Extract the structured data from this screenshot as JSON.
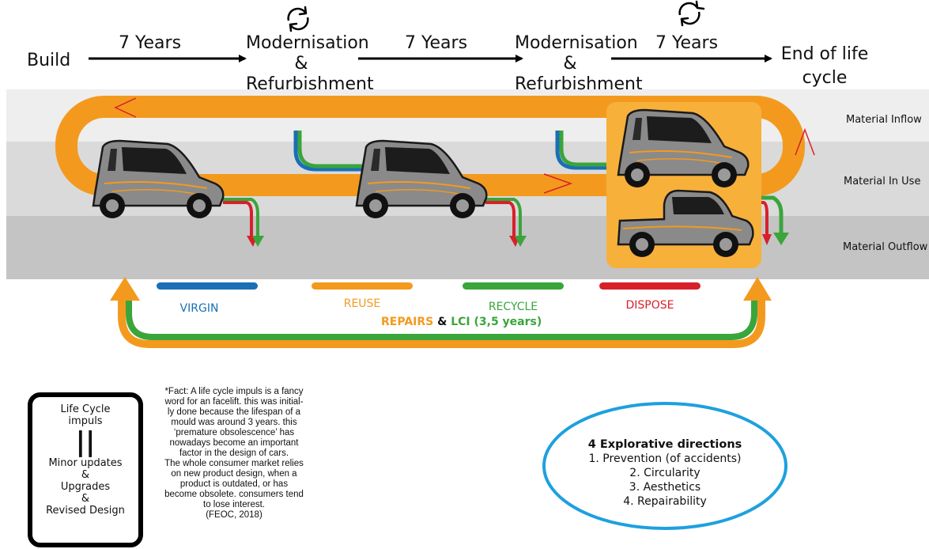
{
  "timeline": {
    "build": "Build",
    "interval_1": "7 Years",
    "phase_1": [
      "Modernisation",
      "&",
      "Refurbishment"
    ],
    "interval_2": "7 Years",
    "phase_2": [
      "Modernisation",
      "&",
      "Refurbishment"
    ],
    "interval_3": "7 Years",
    "end": [
      "End of life",
      "cycle"
    ]
  },
  "bands": {
    "inflow": "Material Inflow",
    "in_use": "Material In Use",
    "outflow": "Material Outflow"
  },
  "legend": [
    {
      "label": "VIRGIN",
      "color": "#1a6fb5"
    },
    {
      "label": "REUSE",
      "color": "#f39a1e"
    },
    {
      "label": "RECYCLE",
      "color": "#3aa53a"
    },
    {
      "label": "DISPOSE",
      "color": "#d8202a"
    }
  ],
  "loop": {
    "repairs": "REPAIRS",
    "amp": "&",
    "lci": "LCI (3,5 years)"
  },
  "life_cycle_box": {
    "line1": "Life Cycle",
    "line2": "impuls",
    "equals": "||",
    "line3": "Minor updates",
    "amp1": "&",
    "line4": "Upgrades",
    "amp2": "&",
    "line5": "Revised Design"
  },
  "fact_text": "*Fact: A life cycle impuls is a fancy\nword for an facelift. this was initial-\nly done because the lifespan of a\nmould was around 3 years. this\n‘premature obsolescence’ has\nnowadays become an important\nfactor in the design of cars.\nThe whole consumer market relies\non new product design, when a\nproduct is outdated, or has\nbecome obsolete. consumers tend\nto lose interest.\n(FEOC, 2018)",
  "directions": {
    "title": "4 Explorative directions",
    "items": [
      "1. Prevention (of accidents)",
      "2. Circularity",
      "3. Aesthetics",
      "4. Repairability"
    ]
  },
  "colors": {
    "orange": "#f39a1e",
    "green": "#3aa53a",
    "blue": "#1a6fb5",
    "red": "#d8202a",
    "ellipse": "#1ea0df"
  }
}
